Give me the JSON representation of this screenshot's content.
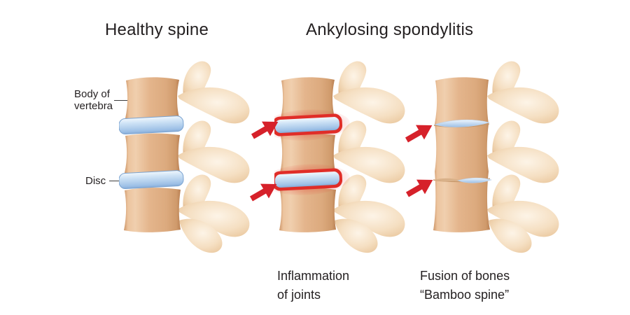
{
  "titles": {
    "healthy": "Healthy spine",
    "condition": "Ankylosing spondylitis"
  },
  "anatomy_labels": {
    "body_of_vertebra_line1": "Body of",
    "body_of_vertebra_line2": "vertebra",
    "disc": "Disc"
  },
  "captions": {
    "inflammation_line1": "Inflammation",
    "inflammation_line2": "of joints",
    "fusion_line1": "Fusion of bones",
    "fusion_line2": "“Bamboo spine”"
  },
  "icons": {
    "affected_site_marker": "red-arrow"
  },
  "colors": {
    "background": "#ffffff",
    "text_dark": "#231f20",
    "bone_light": "#f7e6cd",
    "bone_mid": "#e2b183",
    "bone_shadow": "#bd8757",
    "disc_blue_light": "#eaf4fc",
    "disc_blue": "#a9c9e9",
    "disc_blue_edge": "#7ba3d0",
    "inflammation_red": "#e02d28",
    "arrow_red": "#d6212a",
    "pointer_line": "#3c3c3c"
  }
}
